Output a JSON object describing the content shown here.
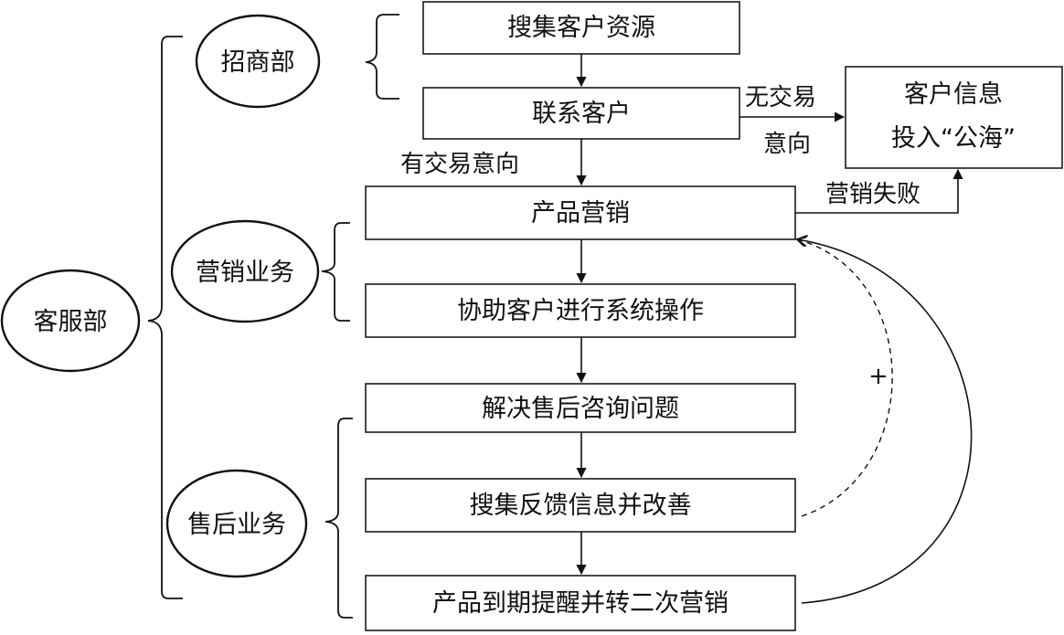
{
  "departments": {
    "customer_service": "客服部",
    "investment": "招商部",
    "marketing": "营销业务",
    "after_sales": "售后业务"
  },
  "steps": {
    "collect_resources": "搜集客户资源",
    "contact_customer": "联系客户",
    "product_marketing": "产品营销",
    "assist_operation": "协助客户进行系统操作",
    "resolve_inquiries": "解决售后咨询问题",
    "collect_feedback": "搜集反馈信息并改善",
    "expiry_reminder": "产品到期提醒并转二次营销"
  },
  "pool_box": {
    "line1": "客户信息",
    "line2": "投入“公海”"
  },
  "edge_labels": {
    "has_intent": "有交易意向",
    "no_intent_line1": "无交易",
    "no_intent_line2": "意向",
    "marketing_failed": "营销失败",
    "plus": "+"
  }
}
